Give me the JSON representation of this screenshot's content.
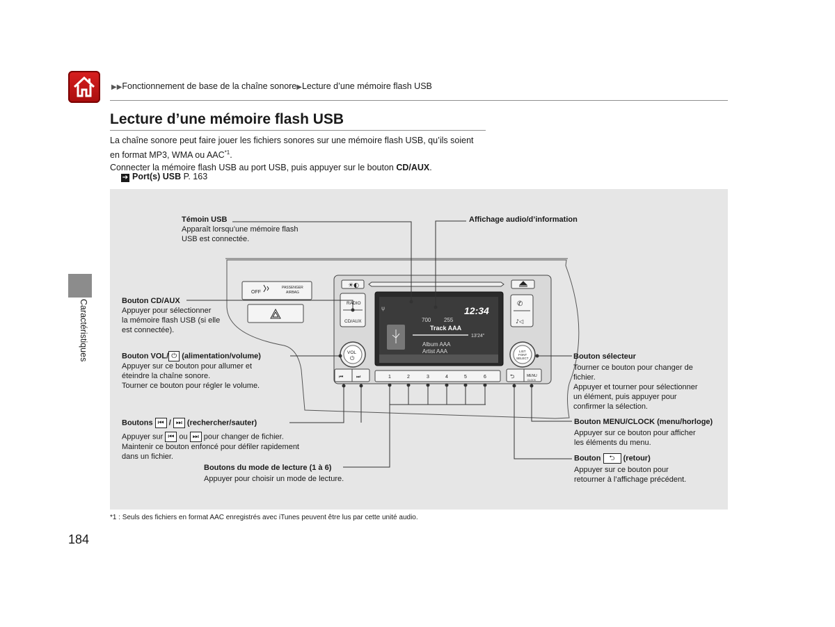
{
  "header": {
    "breadcrumb_1": "Fonctionnement de base de la chaîne sonore",
    "breadcrumb_2": "Lecture d’une mémoire flash USB",
    "home_icon": "home-icon"
  },
  "title": "Lecture d’une mémoire flash USB",
  "intro": {
    "line1": "La chaîne sonore peut faire jouer les fichiers sonores sur une mémoire flash USB, qu’ils soient",
    "line2": "en format MP3, WMA ou AAC",
    "line2_sup": "*1",
    "line2_end": ".",
    "line3": "Connecter la mémoire flash USB au port USB, puis appuyer sur le bouton ",
    "line3_bold": "CD/AUX",
    "line3_end": "."
  },
  "xref": {
    "label": "Port(s) USB",
    "page": " P. 163"
  },
  "side_tab": "Caractéristiques",
  "diagram": {
    "usb_indicator": {
      "title": "Témoin USB",
      "l1": "Apparaît lorsqu’une mémoire flash",
      "l2": "USB est connectée."
    },
    "display": {
      "title": "Affichage audio/d’information"
    },
    "cd_aux": {
      "title": "Bouton CD/AUX",
      "l1": "Appuyer pour sélectionner",
      "l2": "la mémoire flash USB (si elle",
      "l3": "est connectée)."
    },
    "vol": {
      "title_a": "Bouton VOL/",
      "title_b": " (alimentation/volume)",
      "l1": "Appuyer sur ce bouton pour allumer et",
      "l2": "éteindre la chaîne sonore.",
      "l3": "Tourner ce bouton pour régler le volume."
    },
    "seek": {
      "title_a": "Boutons ",
      "sep": " / ",
      "title_b": " (rechercher/sauter)",
      "l1_a": "Appuyer sur ",
      "l1_b": " ou ",
      "l1_c": " pour changer de fichier.",
      "l2": "Maintenir ce bouton enfoncé pour défiler rapidement",
      "l3": "dans un fichier."
    },
    "modes": {
      "title": "Boutons du mode de lecture (1 à 6)",
      "l1": "Appuyer pour choisir un mode de lecture."
    },
    "selector": {
      "title": "Bouton sélecteur",
      "l1": "Tourner ce bouton pour changer de",
      "l2": "fichier.",
      "l3": "Appuyer et tourner pour sélectionner",
      "l4": "un élément, puis appuyer pour",
      "l5": "confirmer la sélection."
    },
    "menu": {
      "title": "Bouton MENU/CLOCK (menu/horloge)",
      "l1": "Appuyer sur ce bouton pour afficher",
      "l2": "les éléments du menu."
    },
    "back": {
      "title_a": "Bouton ",
      "title_b": " (retour)",
      "l1": "Appuyer sur ce bouton pour",
      "l2": "retourner à l’affichage précédent."
    },
    "unit": {
      "airbag_off": "OFF",
      "airbag_1": "PASSENGER",
      "airbag_2": "AIRBAG",
      "radio": "RADIO",
      "cd_aux": "CD/AUX",
      "vol": "VOL",
      "list": "LIST",
      "font": "FONT",
      "select": "SELECT",
      "menu": "MENU",
      "clock": "CLOCK",
      "presets": [
        "1",
        "2",
        "3",
        "4",
        "5",
        "6"
      ]
    },
    "screen": {
      "time": "12:34",
      "folder_count": "700",
      "track_count": "255",
      "track": "Track AAA",
      "elapsed": "13'24\"",
      "album": "Album AAA",
      "artist": "Artist AAA"
    }
  },
  "footnote": "*1 : Seuls des fichiers en format AAC enregistrés avec iTunes peuvent être lus par cette unité audio.",
  "page_number": "184"
}
